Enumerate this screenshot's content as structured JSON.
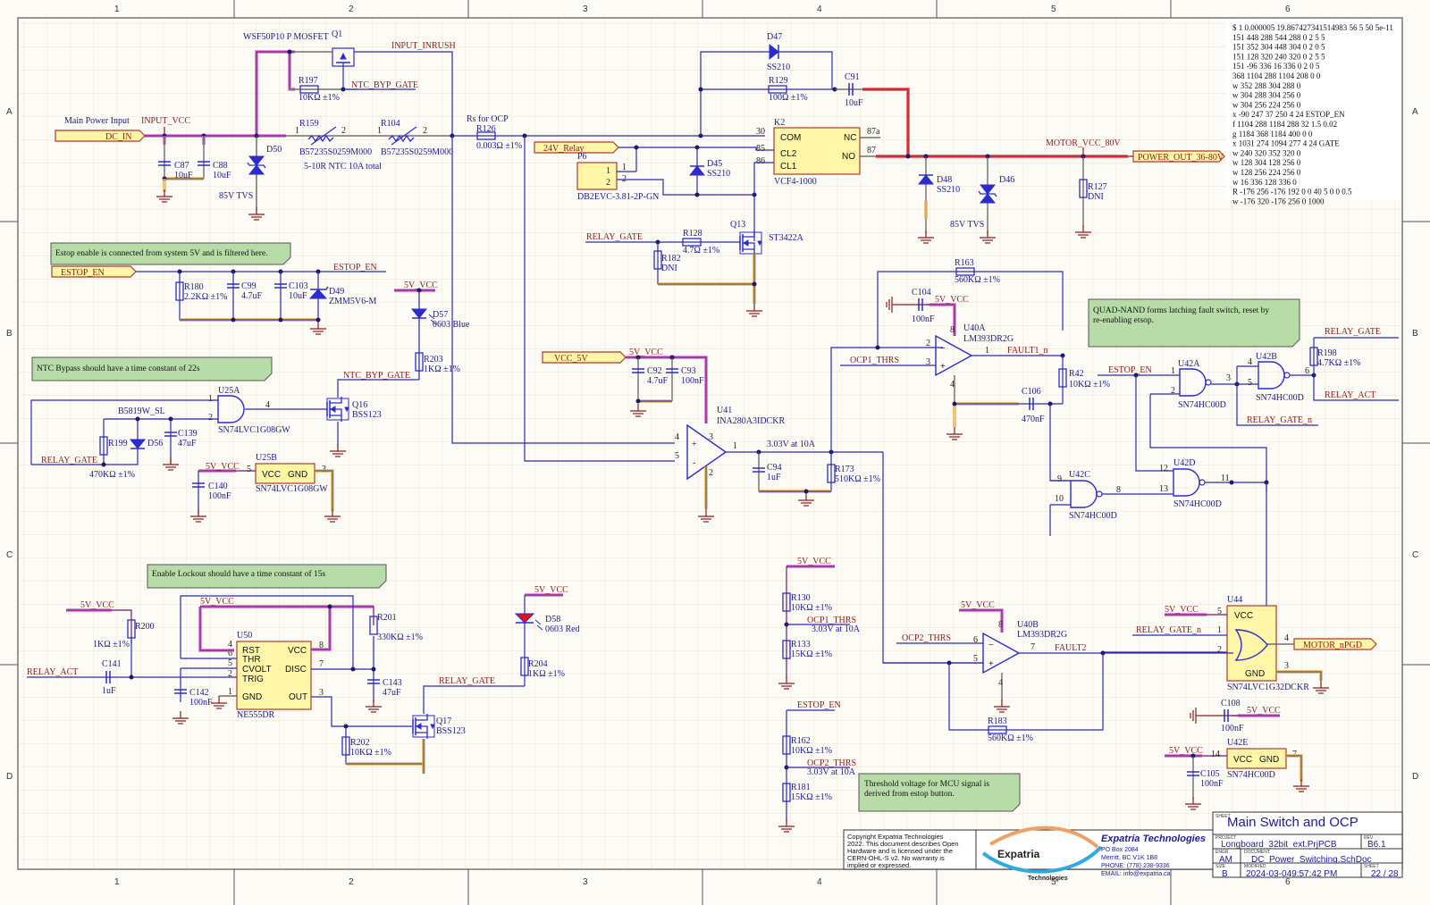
{
  "ruler": {
    "columns": [
      "1",
      "2",
      "3",
      "4",
      "5",
      "6"
    ],
    "rows": [
      "A",
      "B",
      "C",
      "D"
    ]
  },
  "colors": {
    "wire": "#2b2bb0",
    "net_label": "#8b1a1a",
    "power_highlight": "#e070e0",
    "hv_highlight": "#ff5060",
    "gnd_highlight": "#f0b050",
    "note_fill": "#b8dca8",
    "component_fill": "#fff6a8"
  },
  "spice_netlist": [
    "$ 1 0.000005 19.867427341514983 56 5 50 5e-11",
    "151 448 288 544 288 0 2 5 5",
    "151 352 304 448 304 0 2 0 5",
    "151 128 320 240 320 0 2 5 5",
    "151 -96 336 16 336 0 2 0 5",
    "368 1104 288 1104 208 0 0",
    "w 352 288 304 288 0",
    "w 304 288 304 256 0",
    "w 304 256 224 256 0",
    "x -90 247 37 250 4 24 ESTOP_EN",
    "f 1104 288 1184 288 32 1.5 0.02",
    "g 1184 368 1184 400 0 0",
    "x 1031 274 1094 277 4 24 GATE",
    "w 240 320 352 320 0",
    "w 128 304 128 256 0",
    "w 128 256 224 256 0",
    "w 16 336 128 336 0",
    "R -176 256 -176 192 0 0 40 5 0 0 0.5",
    "w -176 320 -176 256 0 1000"
  ],
  "ports": {
    "dc_in": "DC_IN",
    "relay_24v": "24V_Relay",
    "power_out": "POWER_OUT_36-80V",
    "estop_en": "ESTOP_EN",
    "vcc_5v": "VCC_5V",
    "motor_npgd": "MOTOR_nPGD"
  },
  "nets": {
    "input_vcc": "INPUT_VCC",
    "input_inrush": "INPUT_INRUSH",
    "ntc_byp_gate": "NTC_BYP_GATE",
    "motor_vcc_80v": "MOTOR_VCC_80V",
    "relay_gate": "RELAY_GATE",
    "estop_en": "ESTOP_EN",
    "v5": "5V_VCC",
    "ocp1_thrs": "OCP1_THRS",
    "ocp2_thrs": "OCP2_THRS",
    "fault1_n": "FAULT1_n",
    "fault2": "FAULT2",
    "relay_act": "RELAY_ACT",
    "relay_gate_n": "RELAY_GATE_n"
  },
  "annotations": {
    "main_power_input": "Main Power Input",
    "rs_for_ocp": "Rs for OCP",
    "ntc_total": "5-10R NTC 10A total",
    "q1_desc": "WSF50P10 P MOSFET",
    "ocp_10a": "3.03V at 10A",
    "tvs85": "85V TVS",
    "d56_part": "B5819W_SL"
  },
  "notes": {
    "estop": "Estop enable is connected from system 5V and is filtered here.",
    "ntc_bypass": "NTC Bypass should have a time constant of 22s",
    "lockout": "Enable Lockout should have a time constant of 15s",
    "quad_nand_1": "QUAD-NAND forms latching fault switch, reset by",
    "quad_nand_2": "re-enabling etsop.",
    "threshold_1": "Threshold voltage for MCU signal is",
    "threshold_2": "derived from estop button."
  },
  "components": {
    "Q1": {
      "des": "Q1"
    },
    "R197": {
      "des": "R197",
      "val": "10KΩ ±1%"
    },
    "C87": {
      "des": "C87",
      "val": "10uF"
    },
    "C88": {
      "des": "C88",
      "val": "10uF"
    },
    "D50": {
      "des": "D50"
    },
    "R159": {
      "des": "R159",
      "val": "B57235S0259M000"
    },
    "R104": {
      "des": "R104",
      "val": "B57235S0259M000"
    },
    "R126": {
      "des": "R126",
      "val": "0.003Ω ±1%"
    },
    "D47": {
      "des": "D47",
      "val": "SS210"
    },
    "R129": {
      "des": "R129",
      "val": "100Ω ±1%"
    },
    "C91": {
      "des": "C91",
      "val": "10uF"
    },
    "K2": {
      "des": "K2",
      "val": "VCF4-1000",
      "pins": [
        "COM",
        "CL2",
        "CL1",
        "NC",
        "NO"
      ],
      "pin_nums": [
        "30",
        "85",
        "86",
        "87a",
        "87"
      ]
    },
    "P6": {
      "des": "P6",
      "val": "DB2EVC-3.81-2P-GN"
    },
    "D45": {
      "des": "D45",
      "val": "SS210"
    },
    "D48": {
      "des": "D48",
      "val": "SS210"
    },
    "D46": {
      "des": "D46"
    },
    "R127": {
      "des": "R127",
      "val": "DNI"
    },
    "Q13": {
      "des": "Q13",
      "val": "ST3422A"
    },
    "R128": {
      "des": "R128",
      "val": "4.7Ω ±1%"
    },
    "R182": {
      "des": "R182",
      "val": "DNI"
    },
    "R180": {
      "des": "R180",
      "val": "2.2KΩ ±1%"
    },
    "C99": {
      "des": "C99",
      "val": "4.7uF"
    },
    "C103": {
      "des": "C103",
      "val": "10uF"
    },
    "D49": {
      "des": "D49",
      "val": "ZMM5V6-M"
    },
    "D57": {
      "des": "D57",
      "val": "0603 Blue"
    },
    "R203": {
      "des": "R203",
      "val": "1KΩ ±1%"
    },
    "Q16": {
      "des": "Q16",
      "val": "BSS123"
    },
    "U25A": {
      "des": "U25A",
      "val": "SN74LVC1G08GW"
    },
    "U25B": {
      "des": "U25B",
      "val": "SN74LVC1G08GW"
    },
    "R199": {
      "des": "R199",
      "val": "470KΩ ±1%"
    },
    "D56": {
      "des": "D56"
    },
    "C139": {
      "des": "C139",
      "val": "47uF"
    },
    "C140": {
      "des": "C140",
      "val": "100nF"
    },
    "C92": {
      "des": "C92",
      "val": "4.7uF"
    },
    "C93": {
      "des": "C93",
      "val": "100nF"
    },
    "U41": {
      "des": "U41",
      "val": "INA280A3IDCKR"
    },
    "C94": {
      "des": "C94",
      "val": "1uF"
    },
    "R173": {
      "des": "R173",
      "val": "510KΩ ±1%"
    },
    "R163": {
      "des": "R163",
      "val": "560KΩ ±1%"
    },
    "C104": {
      "des": "C104",
      "val": "100nF"
    },
    "U40A": {
      "des": "U40A",
      "val": "LM393DR2G"
    },
    "R42": {
      "des": "R42",
      "val": "10KΩ ±1%"
    },
    "C106": {
      "des": "C106",
      "val": "470nF"
    },
    "U42A": {
      "des": "U42A",
      "val": "SN74HC00D"
    },
    "U42B": {
      "des": "U42B",
      "val": "SN74HC00D"
    },
    "U42C": {
      "des": "U42C",
      "val": "SN74HC00D"
    },
    "U42D": {
      "des": "U42D",
      "val": "SN74HC00D"
    },
    "U42E": {
      "des": "U42E",
      "val": "SN74HC00D"
    },
    "R198": {
      "des": "R198",
      "val": "4.7KΩ ±1%"
    },
    "R200": {
      "des": "R200",
      "val": "1KΩ ±1%"
    },
    "C141": {
      "des": "C141",
      "val": "1uF"
    },
    "C142": {
      "des": "C142",
      "val": "100nF"
    },
    "U50": {
      "des": "U50",
      "val": "NE555DR",
      "pins": [
        "RST",
        "THR",
        "CVOLT",
        "TRIG",
        "GND",
        "VCC",
        "DISC",
        "OUT"
      ]
    },
    "R201": {
      "des": "R201",
      "val": "330KΩ ±1%"
    },
    "C143": {
      "des": "C143",
      "val": "47uF"
    },
    "R202": {
      "des": "R202",
      "val": "10KΩ ±1%"
    },
    "Q17": {
      "des": "Q17",
      "val": "BSS123"
    },
    "D58": {
      "des": "D58",
      "val": "0603 Red"
    },
    "R204": {
      "des": "R204",
      "val": "1KΩ ±1%"
    },
    "R130": {
      "des": "R130",
      "val": "10KΩ ±1%"
    },
    "R133": {
      "des": "R133",
      "val": "15KΩ ±1%"
    },
    "R162": {
      "des": "R162",
      "val": "10KΩ ±1%"
    },
    "R181": {
      "des": "R181",
      "val": "15KΩ ±1%"
    },
    "U40B": {
      "des": "U40B",
      "val": "LM393DR2G"
    },
    "R183": {
      "des": "R183",
      "val": "560KΩ ±1%"
    },
    "U44": {
      "des": "U44",
      "val": "SN74LVC1G32DCKR"
    },
    "C108": {
      "des": "C108",
      "val": "100nF"
    },
    "C105": {
      "des": "C105",
      "val": "100nF"
    },
    "pwr_vcc": "VCC",
    "pwr_gnd": "GND"
  },
  "title_block": {
    "sheet_label": "SHEET",
    "sheet_title": "Main Switch and OCP",
    "project_label": "PROJECT",
    "project": "Longboard_32bit_ext.PrjPCB",
    "rev_label": "REV",
    "rev": "B6.1",
    "engr_label": "ENGR",
    "engr": "AM",
    "document_label": "DOCUMENT",
    "document": "DC_Power_Switching.SchDoc",
    "size_label": "SIZE",
    "size": "B",
    "modified_label": "MODIFIED",
    "modified": "2024-03-049:57:42 PM",
    "sheetnum_label": "SHEET",
    "sheet_num": "22 / 28",
    "copyright": [
      "Copyright Expatria Technologies",
      "2022. This document describes Open",
      "Hardware and is licensed under the",
      "CERN-OHL-S v2. No warranty is",
      "implied or expressed."
    ],
    "company": "Expatria Technologies",
    "address": [
      "PO Box 2084",
      "Merritt, BC V1K 1B8",
      "PHONE: (778) 238-9336",
      "EMAIL: info@expatria.ca"
    ],
    "logo_word1": "Expatria",
    "logo_word2": "Technologies"
  }
}
